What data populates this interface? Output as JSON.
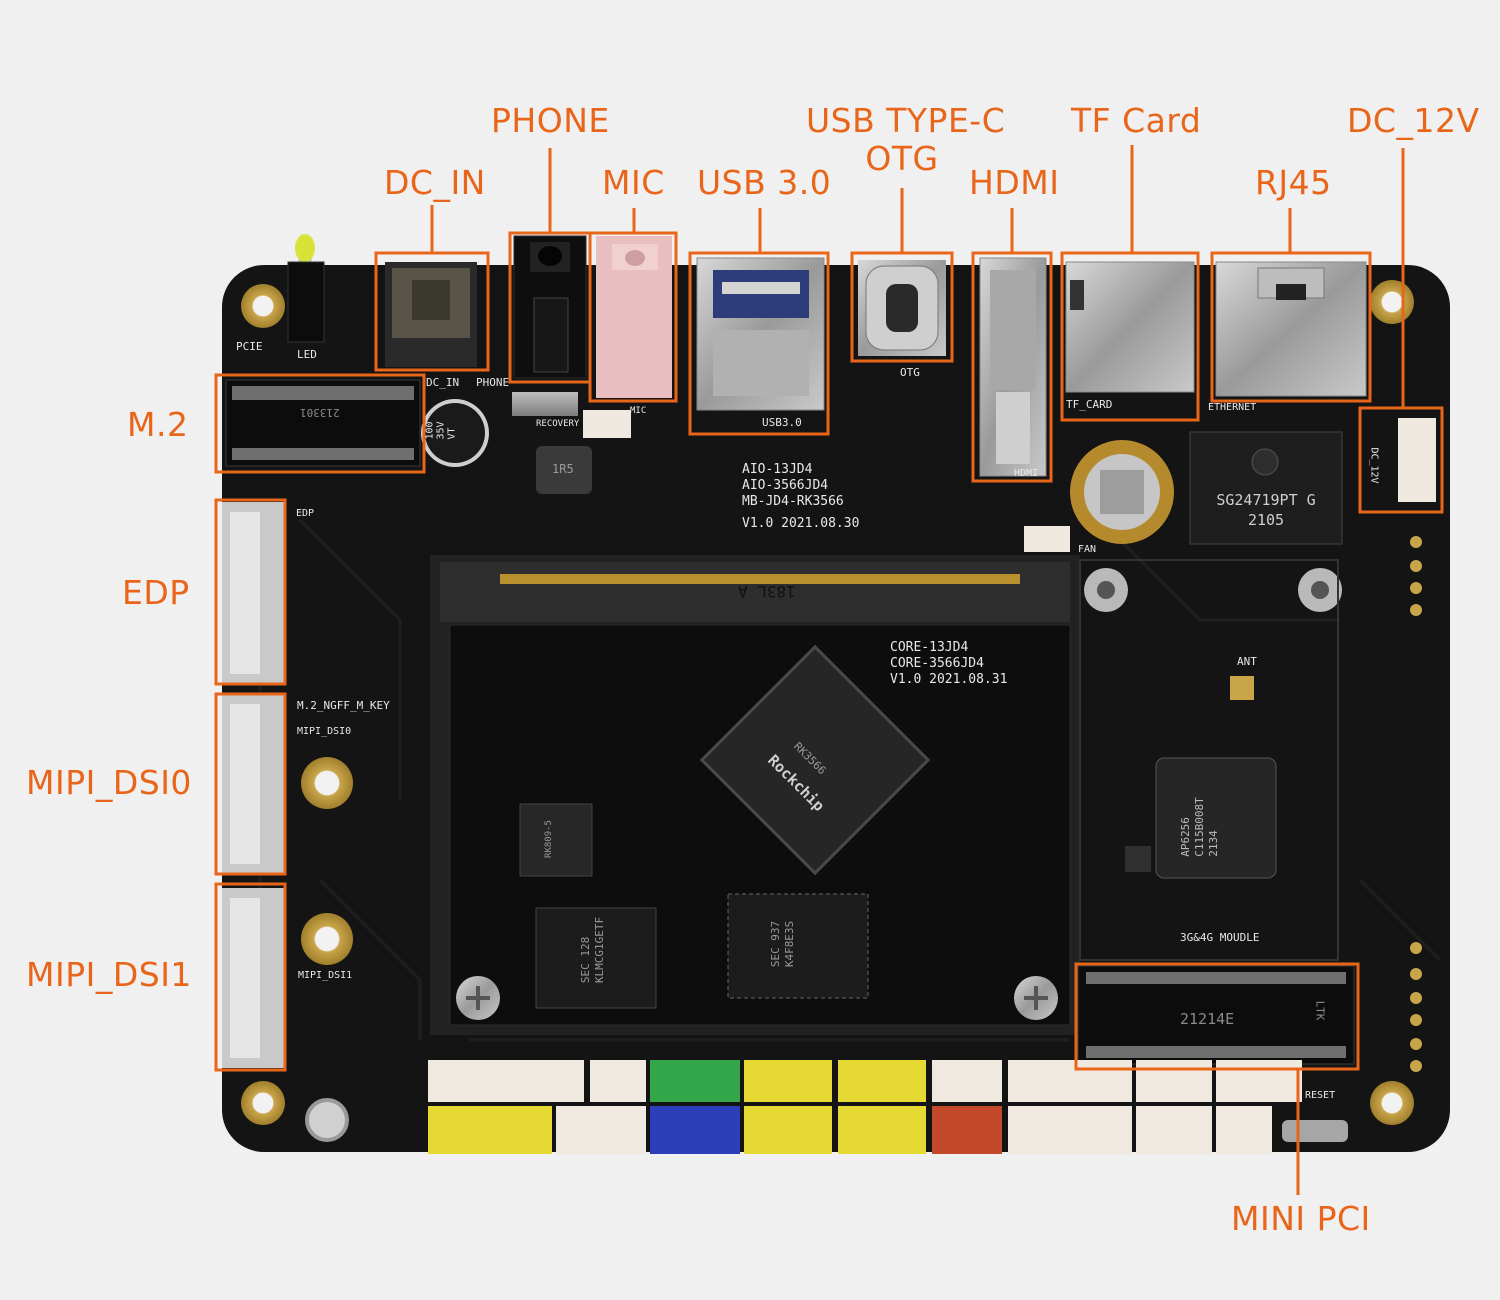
{
  "colors": {
    "accent": "#e8651a",
    "pcb": "#141414",
    "background": "#f0f0f0"
  },
  "callouts": {
    "dc_in": "DC_IN",
    "phone": "PHONE",
    "mic": "MIC",
    "usb30": "USB 3.0",
    "usb_type_c_line1": "USB TYPE-C",
    "usb_type_c_line2": "OTG",
    "hdmi": "HDMI",
    "tf_card": "TF Card",
    "rj45": "RJ45",
    "dc_12v": "DC_12V",
    "m2": "M.2",
    "edp": "EDP",
    "mipi_dsi0": "MIPI_DSI0",
    "mipi_dsi1": "MIPI_DSI1",
    "mini_pci": "MINI PCI"
  },
  "silkscreen": {
    "pcie": "PCIE",
    "led": "LED",
    "dc_in": "DC_IN",
    "phone": "PHONE",
    "recovery": "RECOVERY",
    "mic": "MIC",
    "usb30": "USB3.0",
    "otg": "OTG",
    "hdmi": "HDMI",
    "tf_card": "TF_CARD",
    "ethernet": "ETHERNET",
    "dc_12v": "DC_12V",
    "fan": "FAN",
    "edp": "EDP",
    "m2_key": "M.2_NGFF_M_KEY",
    "mipi_dsi0": "MIPI_DSI0",
    "mipi_dsi1": "MIPI_DSI1",
    "ant": "ANT",
    "module_3g4g": "3G&4G MOUDLE",
    "reset": "RESET",
    "board_line1": "AIO-13JD4",
    "board_line2": "AIO-3566JD4",
    "board_line3": "MB-JD4-RK3566",
    "board_line4": "V1.0  2021.08.30",
    "core_line1": "CORE-13JD4",
    "core_line2": "CORE-3566JD4",
    "core_line3": "V1.0  2021.08.31",
    "cap_line1": "100",
    "cap_line2": "35V",
    "cap_line3": "VT",
    "inductor": "1R5",
    "sodimm": "183L A",
    "m2_slot_code": "213301",
    "minipci_code": "21214E",
    "minipci_mark": "LTK",
    "soc_brand": "Rockchip",
    "soc_model": "RK3566",
    "pmic_model": "RK809-5",
    "eth_chip_line1": "SG24719PT G",
    "eth_chip_line2": "2105",
    "wifi_line1": "AP6256",
    "wifi_line2": "C115B008T",
    "wifi_line3": "2134",
    "emmc_line1": "SEC 128",
    "emmc_line2": "KLMCG1GETF",
    "ram_line1": "SEC 937",
    "ram_line2": "K4F8E3S"
  }
}
